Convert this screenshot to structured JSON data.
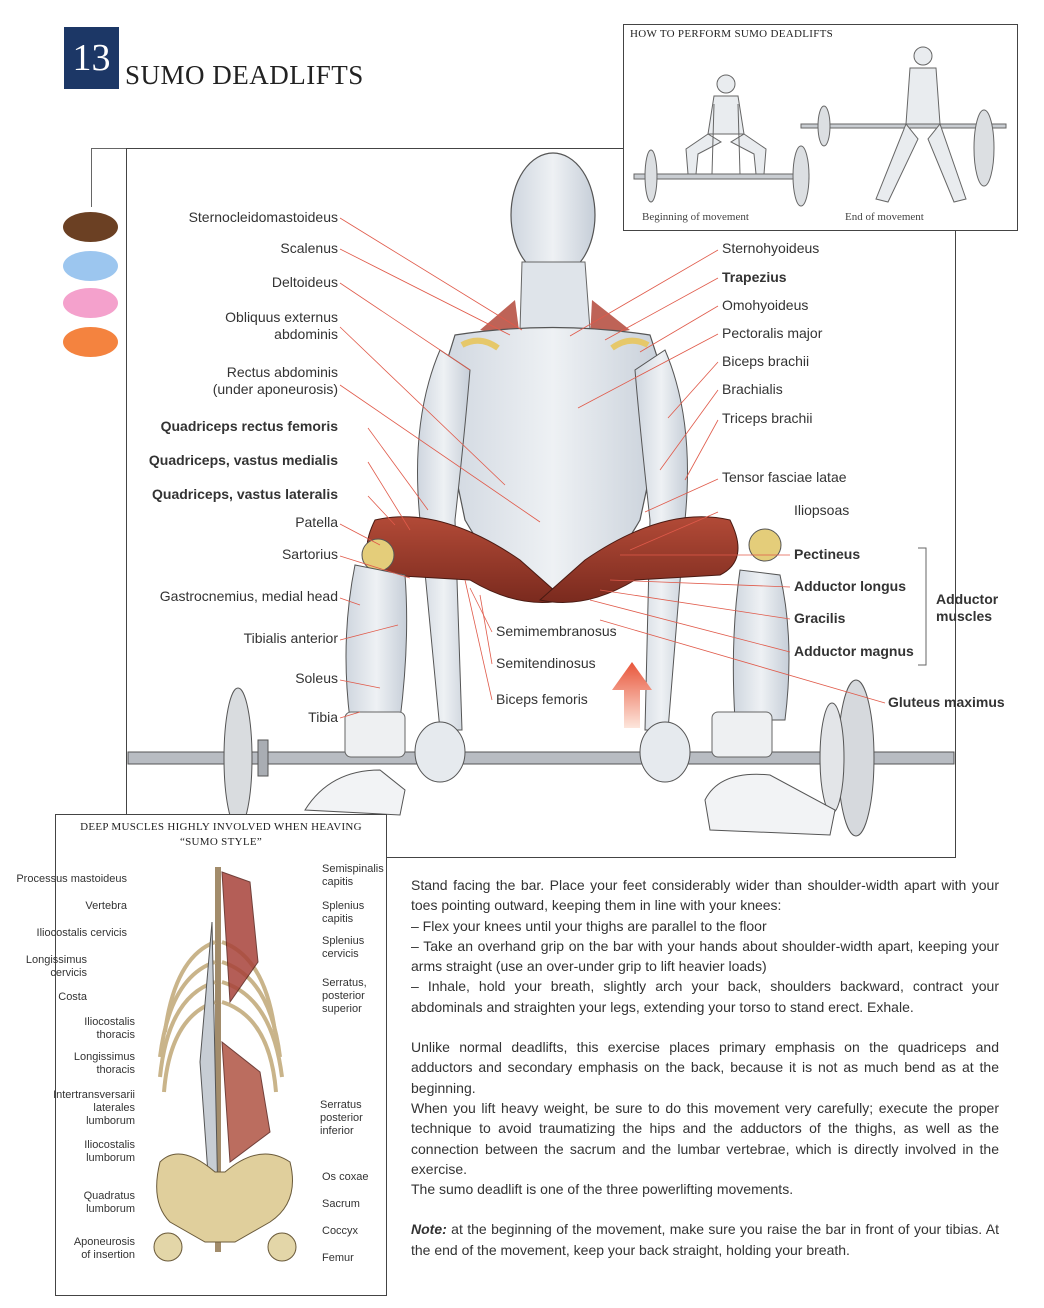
{
  "header": {
    "number": "13",
    "title": "SUMO DEADLIFTS"
  },
  "legend_colors": [
    "#6b4023",
    "#9cc6ef",
    "#f4a1cc",
    "#f4833f"
  ],
  "how_to": {
    "title": "HOW TO PERFORM SUMO DEADLIFTS",
    "caption_start": "Beginning of movement",
    "caption_end": "End of movement"
  },
  "labels_left": [
    "Sternocleidomastoideus",
    "Scalenus",
    "Deltoideus",
    "Obliquus externus",
    "abdominis",
    "Rectus abdominis",
    "(under aponeurosis)",
    "Quadriceps rectus femoris",
    "Quadriceps, vastus medialis",
    "Quadriceps, vastus lateralis",
    "Patella",
    "Sartorius",
    "Gastrocnemius, medial head",
    "Tibialis anterior",
    "Soleus",
    "Tibia"
  ],
  "labels_right": [
    "Sternohyoideus",
    "Trapezius",
    "Omohyoideus",
    "Pectoralis major",
    "Biceps brachii",
    "Brachialis",
    "Triceps brachii",
    "Tensor fasciae latae",
    "Iliopsoas",
    "Pectineus",
    "Adductor longus",
    "Gracilis",
    "Adductor magnus",
    "Gluteus maximus"
  ],
  "labels_center": [
    "Semimembranosus",
    "Semitendinosus",
    "Biceps femoris"
  ],
  "adductor_group": [
    "Adductor",
    "muscles"
  ],
  "deep": {
    "title_line1": "DEEP MUSCLES HIGHLY INVOLVED WHEN HEAVING",
    "title_line2": "“SUMO STYLE”",
    "left": [
      "Processus mastoideus",
      "Vertebra",
      "Iliocostalis cervicis",
      "Longissimus",
      "cervicis",
      "Costa",
      "Iliocostalis",
      "thoracis",
      "Longissimus",
      "thoracis",
      "Intertransversarii",
      "laterales",
      "lumborum",
      "Iliocostalis",
      "lumborum",
      "Quadratus",
      "lumborum",
      "Aponeurosis",
      "of insertion"
    ],
    "right": [
      "Semispinalis",
      "capitis",
      "Splenius",
      "capitis",
      "Splenius",
      "cervicis",
      "Serratus,",
      "posterior",
      "superior",
      "Serratus",
      "posterior",
      "inferior",
      "Os coxae",
      "Sacrum",
      "Coccyx",
      "Femur"
    ]
  },
  "text": {
    "p1": "Stand facing the bar. Place your feet considerably wider than shoulder-width apart with your toes pointing outward, keeping them in line with your knees:",
    "b1": "– Flex your knees until your thighs are parallel to the floor",
    "b2": "– Take an overhand grip on the bar with your hands about shoulder-width apart, keeping your arms straight (use an over-under grip to lift heavier loads)",
    "b3": "– Inhale, hold your breath, slightly arch your back, shoulders backward, contract your abdominals and straighten your legs, extending your torso to stand erect. Exhale.",
    "p2": "Unlike normal deadlifts, this exercise places primary emphasis on the quadriceps and adductors and secondary emphasis on the back, because it is not as much bend as at the beginning.",
    "p3": "When you lift heavy weight, be sure to do this movement very carefully; execute the proper technique to avoid traumatizing the hips and the adductors of the thighs, as well as the connection between the sacrum and the lumbar vertebrae, which is directly involved in the exercise.",
    "p4": "The sumo deadlift is one of the three powerlifting movements.",
    "note_label": "Note:",
    "note": " at the beginning of the movement, make sure you raise the bar in front of your tibias. At the end of the movement, keep your back straight, holding your breath."
  }
}
